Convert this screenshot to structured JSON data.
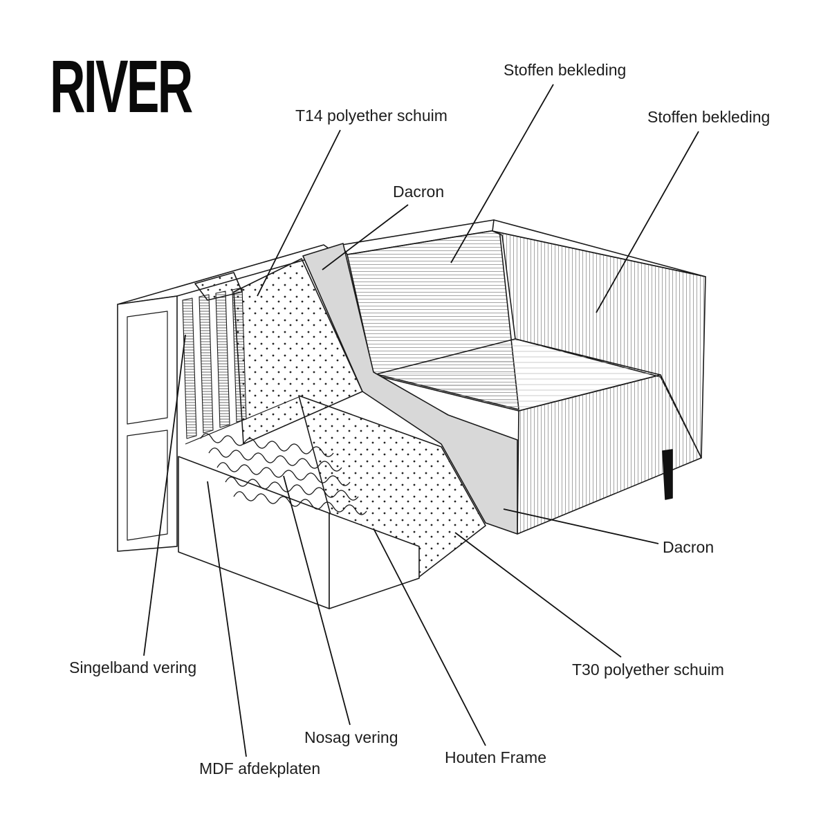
{
  "logo": {
    "text": "RIVER"
  },
  "labels": {
    "stoffen_top": "Stoffen bekleding",
    "t14": "T14 polyether schuim",
    "stoffen_right": "Stoffen  bekleding",
    "dacron_top": "Dacron",
    "dacron_right": "Dacron",
    "t30": "T30 polyether schuim",
    "singelband": "Singelband vering",
    "nosag": "Nosag vering",
    "mdf": "MDF afdekplaten",
    "houten": "Houten Frame"
  },
  "diagram": {
    "subject": "Cutaway construction diagram of the RIVER sofa",
    "colors": {
      "line": "#1a1a1a",
      "dacron_fill": "#d8d8d8",
      "background": "#ffffff",
      "leg": "#111111"
    }
  }
}
